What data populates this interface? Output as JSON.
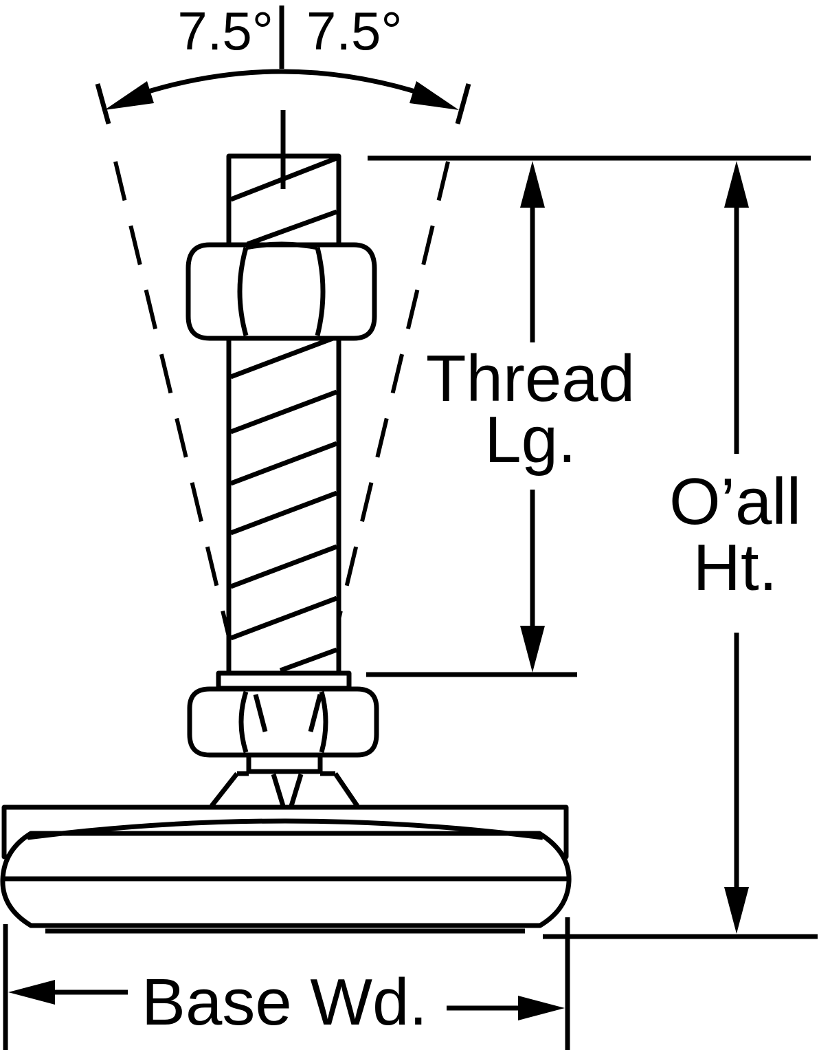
{
  "labels": {
    "angle_left": "7.5°",
    "angle_right": "7.5°",
    "thread_line1": "Thread",
    "thread_line2": "Lg.",
    "overall_line1": "O’all",
    "overall_line2": "Ht.",
    "base_width": "Base Wd."
  },
  "colors": {
    "line": "#000000",
    "background": "#ffffff"
  }
}
